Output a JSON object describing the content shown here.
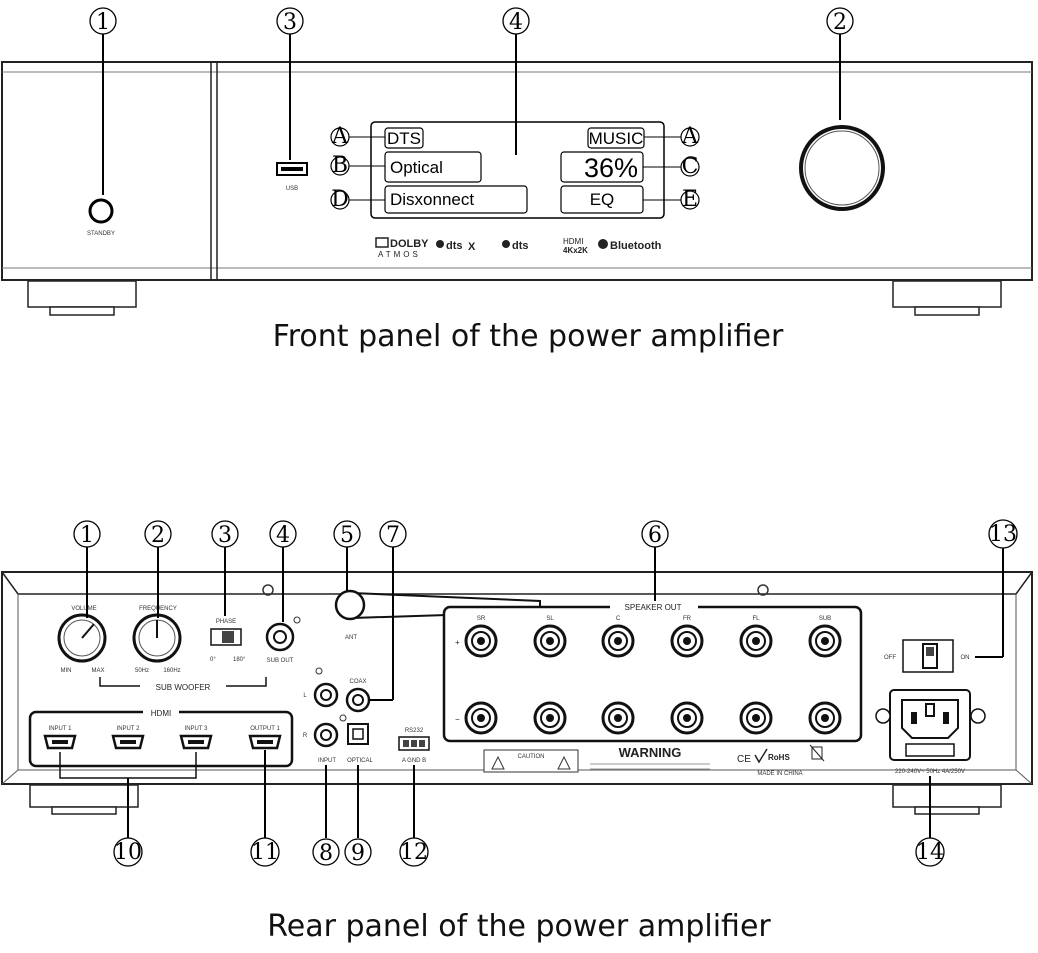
{
  "front": {
    "caption": "Front panel of the power amplifier",
    "callouts": [
      "1",
      "2",
      "3",
      "4"
    ],
    "standby_label": "STANDBY",
    "usb_label": "USB",
    "display": {
      "input_format": "DTS",
      "mode": "MUSIC",
      "source": "Optical",
      "volume": "36%",
      "status": "Disxonnect",
      "eq": "EQ",
      "letter_a": "A",
      "letter_b": "B",
      "letter_c": "C",
      "letter_d": "D",
      "letter_e": "E"
    },
    "logos": [
      "DOLBY",
      "ATMOS",
      "dts",
      "X",
      "dts",
      "HDMI",
      "4Kx2K",
      "Bluetooth"
    ]
  },
  "rear": {
    "caption": "Rear panel of the power amplifier",
    "callouts": [
      "1",
      "2",
      "3",
      "4",
      "5",
      "6",
      "7",
      "8",
      "9",
      "10",
      "11",
      "12",
      "13",
      "14"
    ],
    "volume_label": "VOLUME",
    "volume_min": "MIN",
    "volume_max": "MAX",
    "frequency_label": "FREQUENCY",
    "freq_low": "50Hz",
    "freq_high": "160Hz",
    "phase_label": "PHASE",
    "phase_0": "0°",
    "phase_180": "180°",
    "sub_out_label": "SUB OUT",
    "subwoofer_group": "SUB WOOFER",
    "ant_label": "ANT",
    "speaker_out_label": "SPEAKER OUT",
    "speaker_channels": [
      "SR",
      "SL",
      "C",
      "FR",
      "FL",
      "SUB"
    ],
    "plus": "+",
    "minus": "−",
    "hdmi_label": "HDMI",
    "hdmi_ports": [
      "INPUT 1",
      "INPUT 2",
      "INPUT 3",
      "OUTPUT 1"
    ],
    "coax_label": "COAX",
    "l_label": "L",
    "r_label": "R",
    "input_label": "INPUT",
    "optical_label": "OPTICAL",
    "rs232_label": "RS232",
    "rs232_pins": "A GND B",
    "warning_label": "WARNING",
    "caution_label": "CAUTION",
    "made_in": "MADE IN CHINA",
    "ce": "CE",
    "rohs": "RoHS",
    "off_label": "OFF",
    "on_label": "ON",
    "power_rating": "220-240V~ 50Hz 4A/250V"
  }
}
